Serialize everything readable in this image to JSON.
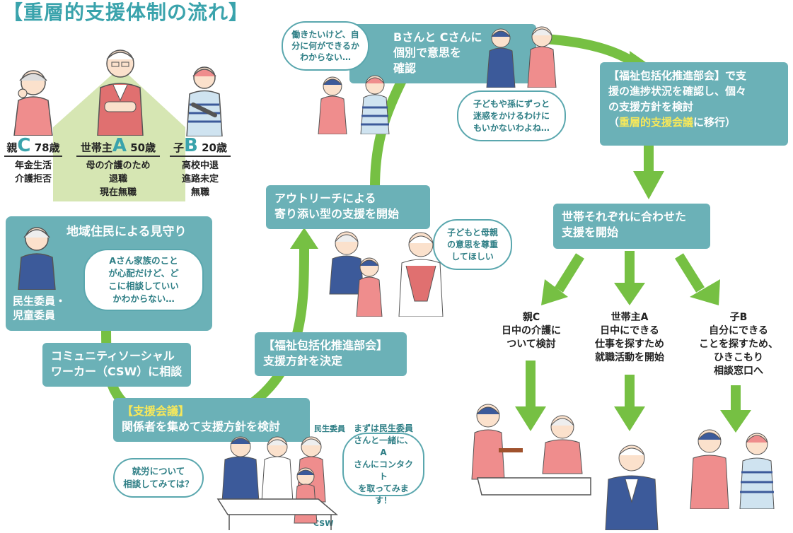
{
  "title": "【重層的支援体制の流れ】",
  "roles": {
    "c": {
      "rel": "親",
      "letter": "C",
      "age": "78歳",
      "l1": "年金生活",
      "l2": "介護拒否"
    },
    "a": {
      "rel": "世帯主",
      "letter": "A",
      "age": "50歳",
      "l1": "母の介護のため",
      "l2": "退職",
      "l3": "現在無職"
    },
    "b": {
      "rel": "子",
      "letter": "B",
      "age": "20歳",
      "l1": "高校中退",
      "l2": "進路未定",
      "l3": "無職"
    }
  },
  "steps": {
    "community": "地域住民による見守り",
    "community_roles": [
      "民生委員・",
      "児童委員"
    ],
    "csw": [
      "コミュニティソーシャル",
      "ワーカー（CSW）に相談"
    ],
    "meeting_tag": "【支援会議】",
    "meeting_body": "関係者を集めて支援方針を検討",
    "decide": [
      "【福祉包括化推進部会】",
      "支援方針を決定"
    ],
    "outreach": [
      "アウトリーチによる",
      "寄り添い型の支援を開始"
    ],
    "confirm": [
      "Bさんと Cさんに",
      "個別で意思を",
      "確認"
    ],
    "progress_1": "【福祉包括化推進部会】で支",
    "progress_2": "援の進捗状況を確認し、個々",
    "progress_3": "の支援方針を検討",
    "progress_hl": "重層的支援会議",
    "progress_4": "に移行）",
    "progress_open": "（",
    "each": [
      "世帯それぞれに合わせた",
      "支援を開始"
    ]
  },
  "bubbles": {
    "neighbor": [
      "Aさん家族のこと",
      "が心配だけど、ど",
      "こに相談していい",
      "かわからない…"
    ],
    "work": [
      "働きたいけど、自",
      "分に何ができるか",
      "わからない…"
    ],
    "grand": [
      "子どもや孫にずっと",
      "迷惑をかけるわけに",
      "もいかないわよね…"
    ],
    "respect": [
      "子どもと母親",
      "の意思を尊重",
      "してほしい"
    ],
    "job": [
      "就労について",
      "相談してみては？"
    ],
    "contact": [
      "まずは民生委員",
      "さんと一緒に、A",
      "さんにコンタクト",
      "を取ってみます！"
    ]
  },
  "tags": {
    "minsei": "民生委員",
    "csw": "CSW"
  },
  "outcomes": {
    "c": [
      "親C",
      "日中の介護に",
      "ついて検討"
    ],
    "a": [
      "世帯主A",
      "日中にできる",
      "仕事を探すため",
      "就職活動を開始"
    ],
    "b": [
      "子B",
      "自分にできる",
      "ことを探すため、",
      "ひきこもり",
      "相談窓口へ"
    ]
  },
  "colors": {
    "teal_box": "#6bb1b7",
    "title": "#3aa3ac",
    "arrow": "#76c043",
    "highlight": "#f7e85a",
    "pink": "#ef8d8d",
    "navy": "#3c5a9a"
  }
}
